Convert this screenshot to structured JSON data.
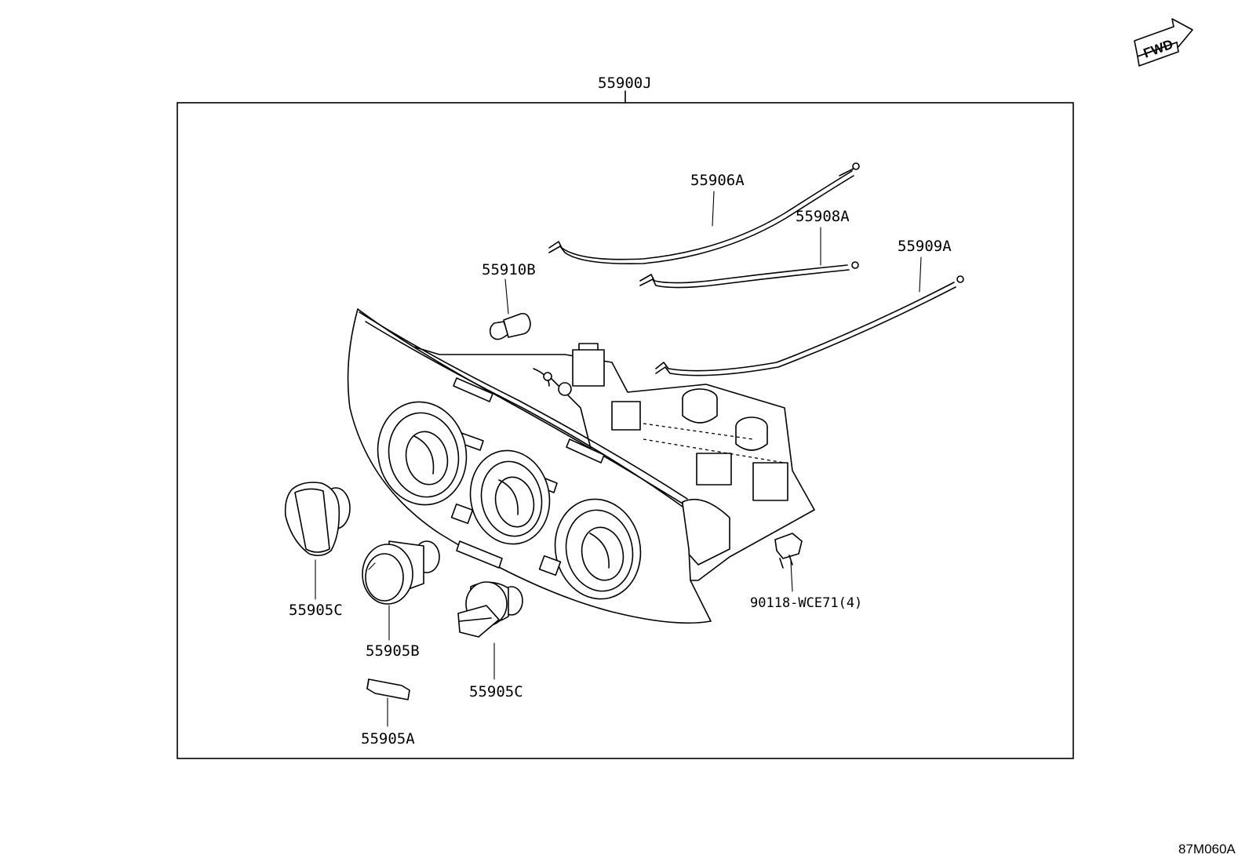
{
  "parts": {
    "assembly": "55900J",
    "cable_a": "55906A",
    "cable_b": "55908A",
    "cable_c": "55909A",
    "bulb": "55910B",
    "knob_c_left": "55905C",
    "knob_b": "55905B",
    "knob_c_right": "55905C",
    "button_a": "55905A",
    "clip": "90118-WCE71(4)"
  },
  "fwd_label": "FWD",
  "figure_code": "87M060A"
}
